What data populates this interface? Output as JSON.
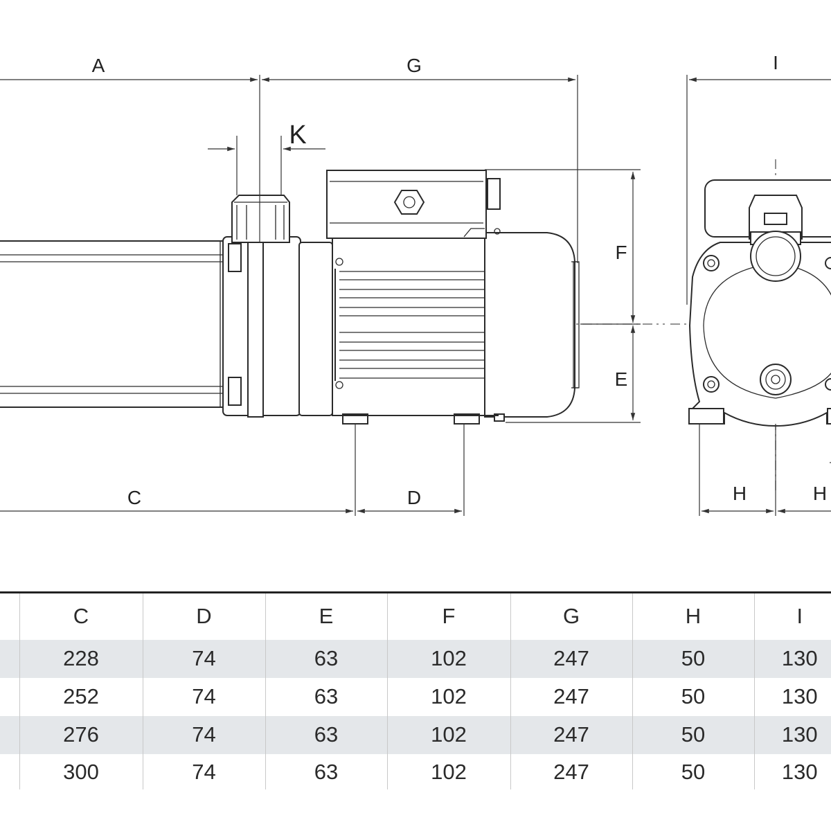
{
  "drawing": {
    "side_view": {
      "dimension_labels": {
        "a": "A",
        "g": "G",
        "k": "K",
        "f": "F",
        "e": "E",
        "c": "C",
        "d": "D"
      }
    },
    "front_view": {
      "dimension_labels": {
        "i": "I",
        "h_left": "H",
        "h_right": "H"
      }
    }
  },
  "table": {
    "headers": [
      "",
      "C",
      "D",
      "E",
      "F",
      "G",
      "H",
      "I"
    ],
    "rows": [
      [
        "",
        "228",
        "74",
        "63",
        "102",
        "247",
        "50",
        "130"
      ],
      [
        "",
        "252",
        "74",
        "63",
        "102",
        "247",
        "50",
        "130"
      ],
      [
        "",
        "276",
        "74",
        "63",
        "102",
        "247",
        "50",
        "130"
      ],
      [
        "",
        "300",
        "74",
        "63",
        "102",
        "247",
        "50",
        "130"
      ]
    ]
  }
}
